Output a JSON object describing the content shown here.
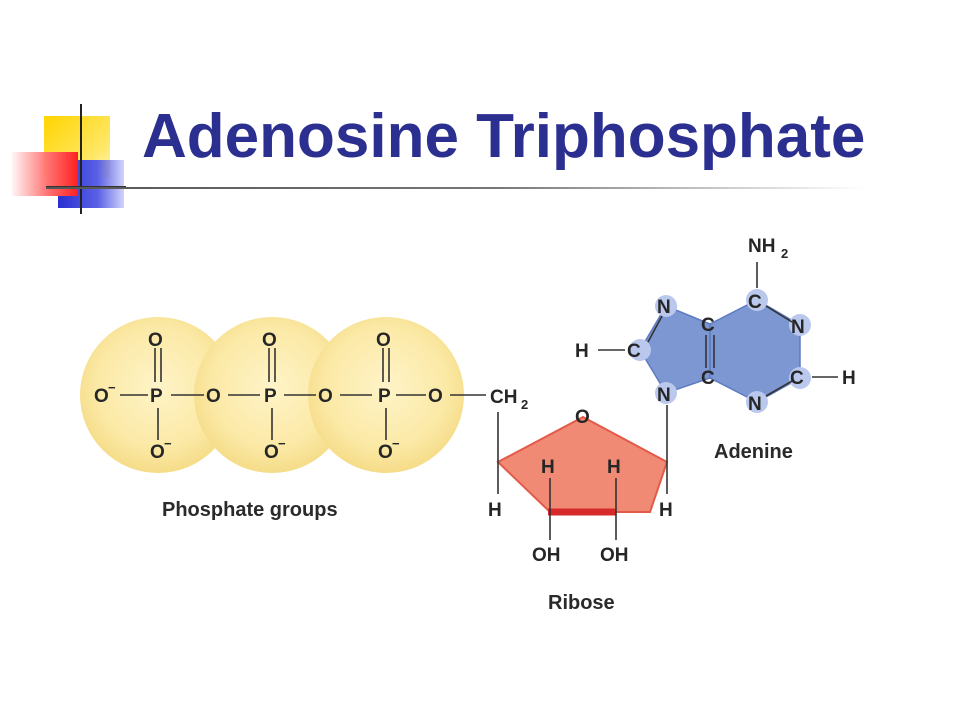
{
  "slide": {
    "title": "Adenosine Triphosphate"
  },
  "colors": {
    "title": "#2b2f8f",
    "phosphate_fill": "#fbe9a6",
    "ribose_fill": "#f08a74",
    "ribose_edge": "#d62a2a",
    "adenine_fill": "#7d97d3"
  },
  "labels": {
    "phosphate_groups": "Phosphate groups",
    "ribose": "Ribose",
    "adenine": "Adenine"
  },
  "atoms": {
    "O": "O",
    "P": "P",
    "C": "C",
    "N": "N",
    "H": "H",
    "OH": "OH",
    "CH": "CH",
    "NH": "NH",
    "minus": "−",
    "two": "2"
  }
}
